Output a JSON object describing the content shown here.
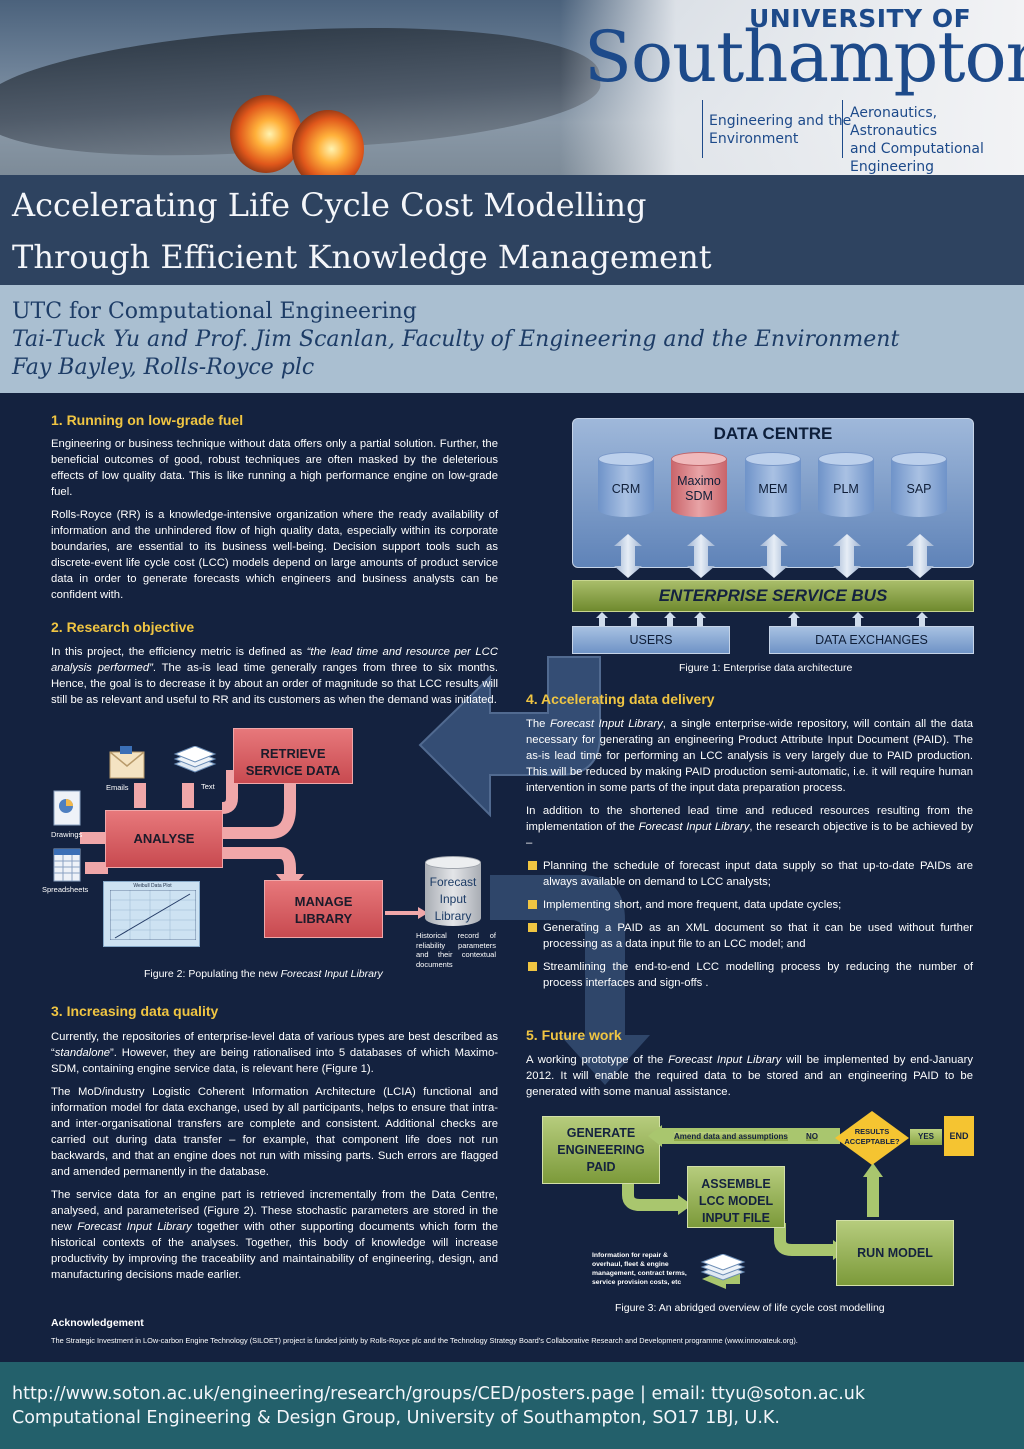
{
  "header": {
    "university_line1": "UNIVERSITY OF",
    "university_line2": "Southampton",
    "unit_left": [
      "Engineering and the",
      "Environment"
    ],
    "unit_right": [
      "Aeronautics, Astronautics",
      "and Computational",
      "Engineering"
    ]
  },
  "title": {
    "line1": "Accelerating Life Cycle Cost Modelling",
    "line2": "Through Efficient Knowledge Management"
  },
  "authors": {
    "line1": "UTC for Computational Engineering",
    "line2": "Tai-Tuck Yu and Prof. Jim Scanlan, Faculty of Engineering and the Environment",
    "line3": "Fay Bayley, Rolls-Royce plc"
  },
  "sections": {
    "s1": {
      "heading": "1. Running on low-grade fuel",
      "p1": "Engineering or business technique without data offers only a partial solution. Further, the beneficial outcomes of good, robust techniques are often masked by the deleterious effects of low quality data.  This is like running a high performance engine on low-grade fuel.",
      "p2": "Rolls-Royce (RR) is a knowledge-intensive organization where the ready availability of information and the unhindered flow of high quality data, especially within its corporate boundaries, are essential to its business well-being.  Decision support tools such as discrete-event life cycle cost (LCC) models depend on large amounts of product service data in order to generate forecasts which engineers and business analysts can be confident with."
    },
    "s2": {
      "heading": "2. Research objective",
      "p1a": "In this project, the efficiency metric is defined as ",
      "p1b": "“the lead time and resource per LCC analysis performed”",
      "p1c": ".  The as-is lead time generally ranges from three to six months.  Hence, the goal is to decrease it by about an order of magnitude so that LCC results will still be as relevant and useful to RR and its customers as when the demand was initiated."
    },
    "s3": {
      "heading": "3. Increasing data quality",
      "p1a": "Currently, the repositories of enterprise-level data of various types are best described as “",
      "p1b": "standalone",
      "p1c": "”.  However, they are being rationalised into 5 databases of which Maximo-SDM, containing engine service data, is relevant here (Figure 1).",
      "p2": "The MoD/industry Logistic Coherent Information Architecture (LCIA) functional and information model for data exchange, used by all participants, helps to ensure that intra- and inter-organisational transfers are complete and consistent.  Additional checks are carried out during data transfer – for example, that component life does not run backwards, and that an engine does not run with missing parts.  Such errors are flagged and amended permanently in the database.",
      "p3a": "The service data for an engine part is retrieved incrementally from the Data Centre, analysed, and parameterised (Figure 2). These stochastic parameters are stored in the new ",
      "p3b": "Forecast Input Library",
      "p3c": " together with other supporting documents which form the historical contexts of the analyses. Together, this body of knowledge will increase productivity by improving the traceability and maintainability of engineering, design, and manufacturing decisions made earlier."
    },
    "s4": {
      "heading": "4. Accelerating data delivery",
      "p1a": "The ",
      "p1b": "Forecast Input Library",
      "p1c": ", a single enterprise-wide repository, will contain all the data necessary for generating an engineering Product Attribute Input Document (PAID).  The as-is lead time for performing an LCC analysis is very largely due to PAID production.  This will be reduced by making PAID production semi-automatic, i.e. it will require human intervention in some parts of the input data preparation process.",
      "p2a": "In addition to the shortened lead time and reduced resources resulting from the implementation of the ",
      "p2b": "Forecast Input Library",
      "p2c": ", the research objective is to be achieved by –",
      "bullets": [
        "Planning the schedule of forecast input data supply so that up-to-date PAIDs are always available on demand to LCC analysts;",
        "Implementing short, and more frequent,  data update cycles;",
        "Generating a PAID as an XML document so that it can be used without further processing as a data input file to an LCC model; and",
        "Streamlining the end-to-end LCC modelling process by reducing the number of process interfaces and sign-offs ."
      ]
    },
    "s5": {
      "heading": "5. Future work",
      "p1a": "A working prototype of the ",
      "p1b": "Forecast Input Library",
      "p1c": " will be implemented by end-January 2012.  It will enable the required data to be stored and an engineering PAID to be generated with some manual assistance."
    },
    "ack": {
      "heading": "Acknowledgement",
      "text": "The Strategic Investment in LOw-carbon Engine Technology (SILOET) project is funded jointly by Rolls-Royce plc and the Technology Strategy Board’s Collaborative Research and Development programme (www.innovateuk.org)."
    }
  },
  "fig1": {
    "title": "DATA CENTRE",
    "databases": [
      "CRM",
      "Maximo SDM",
      "MEM",
      "PLM",
      "SAP"
    ],
    "bus": "ENTERPRISE SERVICE BUS",
    "users": "USERS",
    "exchanges": "DATA EXCHANGES",
    "caption": "Figure 1:  Enterprise data architecture"
  },
  "fig2": {
    "retrieve": [
      "RETRIEVE",
      "SERVICE DATA"
    ],
    "analyse": "ANALYSE",
    "manage": [
      "MANAGE",
      "LIBRARY"
    ],
    "library": [
      "Forecast",
      "Input",
      "Library"
    ],
    "icons": {
      "emails": "Emails",
      "text": "Text",
      "drawings": "Drawings",
      "spreadsheets": "Spreadsheets"
    },
    "plot_title": "Weibull Data Plot",
    "note": "Historical record of reliability parameters and their contextual documents",
    "caption_a": "Figure 2: Populating the new ",
    "caption_b": "Forecast Input Library"
  },
  "fig3": {
    "generate": [
      "GENERATE",
      "ENGINEERING",
      "PAID"
    ],
    "assemble": [
      "ASSEMBLE",
      "LCC MODEL",
      "INPUT FILE"
    ],
    "run": "RUN MODEL",
    "amend": "Amend data and assumptions",
    "no": "NO",
    "results": [
      "RESULTS",
      "ACCEPTABLE?"
    ],
    "yes": "YES",
    "end": "END",
    "info": "Information for repair & overhaul, fleet & engine management, contract terms, service provision costs, etc",
    "caption": "Figure 3: An abridged overview of life cycle cost modelling"
  },
  "footer": {
    "line1": "http://www.soton.ac.uk/engineering/research/groups/CED/posters.page | email: ttyu@soton.ac.uk",
    "line2": "Computational Engineering & Design Group, University of Southampton, SO17 1BJ, U.K."
  },
  "colors": {
    "background": "#14223f",
    "heading": "#f0c542",
    "titlebar": "#2e4360",
    "authorbar": "#aabfd1",
    "footer": "#23606b",
    "brand": "#1d4a8a"
  }
}
